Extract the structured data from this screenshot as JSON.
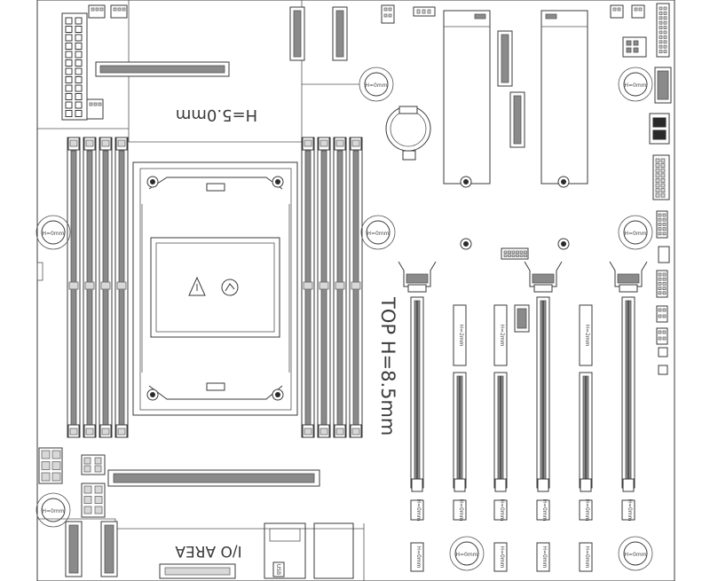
{
  "labels": {
    "heatsink_height": "H=5.0mm",
    "top_height": "TOP H=8.5mm",
    "io_area": "I/O AREA",
    "h2mm": "H=2mm",
    "h0mm": "H=0mm",
    "hole_tag": "H=0mm",
    "usb": "USB"
  },
  "colors": {
    "line": "#3a3a3a",
    "dark": "#2a2a2a",
    "gray": "#8a8a8a",
    "light_gray": "#d8d8d8"
  },
  "icons": [
    "warning-triangle-icon",
    "rotation-arrow-icon"
  ]
}
